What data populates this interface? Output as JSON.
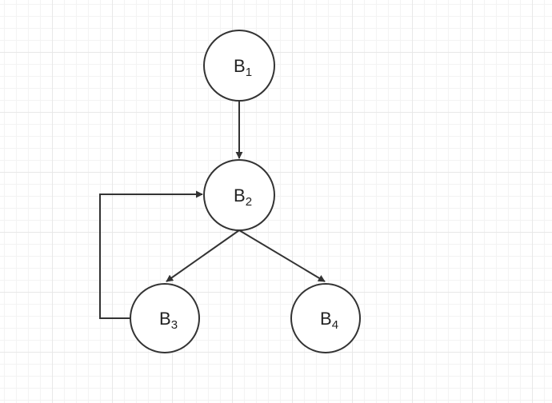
{
  "diagram": {
    "nodes": [
      {
        "id": "b1",
        "letter": "B",
        "sub": "1"
      },
      {
        "id": "b2",
        "letter": "B",
        "sub": "2"
      },
      {
        "id": "b3",
        "letter": "B",
        "sub": "3"
      },
      {
        "id": "b4",
        "letter": "B",
        "sub": "4"
      }
    ],
    "edges": [
      {
        "from": "b1",
        "to": "b2"
      },
      {
        "from": "b2",
        "to": "b3"
      },
      {
        "from": "b2",
        "to": "b4"
      },
      {
        "from": "b3",
        "to": "b2"
      }
    ],
    "colors": {
      "stroke": "#333333",
      "node_fill": "#ffffff",
      "grid": "#e8e8e8"
    }
  }
}
